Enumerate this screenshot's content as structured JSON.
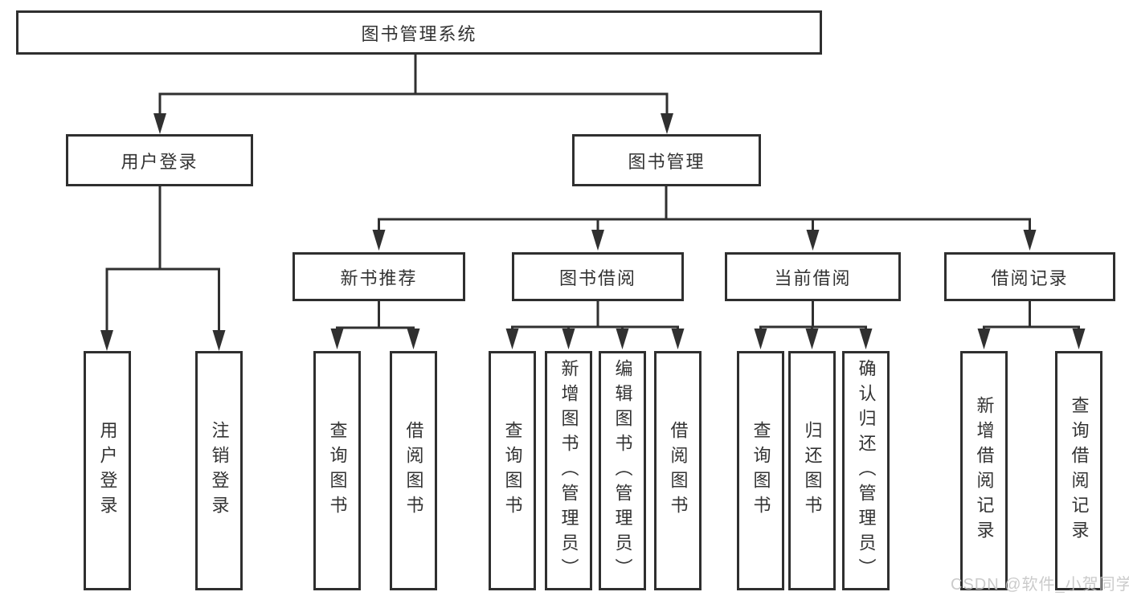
{
  "diagram": {
    "root": {
      "label": "图书管理系统"
    },
    "branches": [
      {
        "label": "用户登录",
        "children": [
          {
            "label": "用户登录"
          },
          {
            "label": "注销登录"
          }
        ]
      },
      {
        "label": "图书管理",
        "children": [
          {
            "label": "新书推荐",
            "children": [
              {
                "label": "查询图书"
              },
              {
                "label": "借阅图书"
              }
            ]
          },
          {
            "label": "图书借阅",
            "children": [
              {
                "label": "查询图书"
              },
              {
                "label": "新增图书（管理员）"
              },
              {
                "label": "编辑图书（管理员）"
              },
              {
                "label": "借阅图书"
              }
            ]
          },
          {
            "label": "当前借阅",
            "children": [
              {
                "label": "查询图书"
              },
              {
                "label": "归还图书"
              },
              {
                "label": "确认归还（管理员）"
              }
            ]
          },
          {
            "label": "借阅记录",
            "children": [
              {
                "label": "新增借阅记录"
              },
              {
                "label": "查询借阅记录"
              }
            ]
          }
        ]
      }
    ]
  },
  "watermark": {
    "text": "CSDN @软件_小贺同学"
  },
  "colors": {
    "line": "#303030",
    "text": "#333333",
    "box_border": "#2f2f2f",
    "watermark": "#c4c4c4",
    "background": "#ffffff"
  }
}
